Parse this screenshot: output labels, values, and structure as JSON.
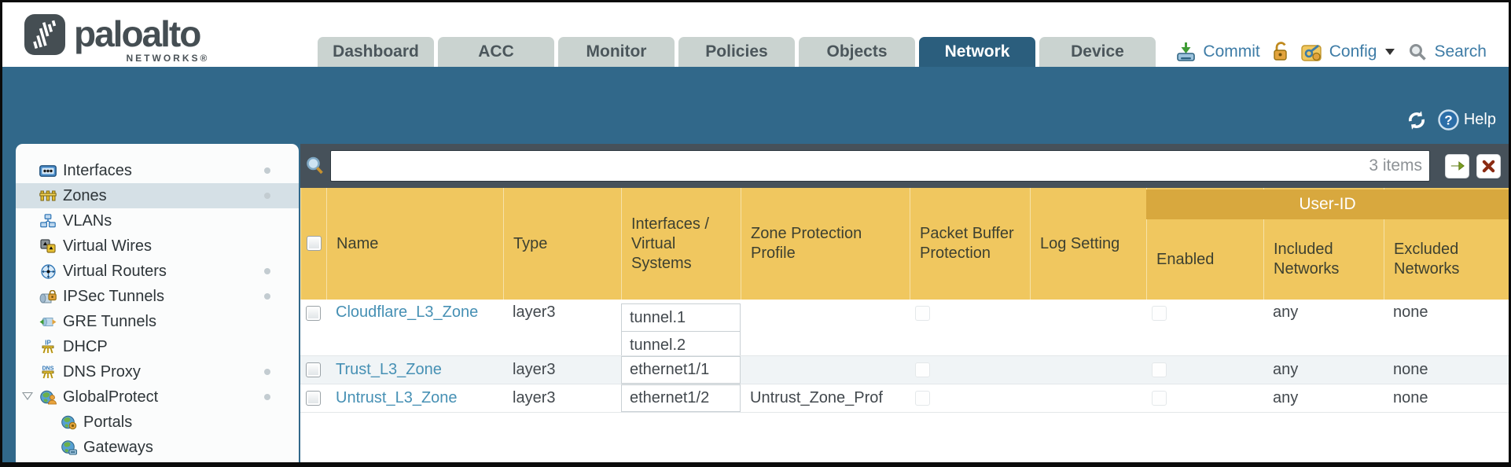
{
  "brand": {
    "logo_text": "paloalto",
    "logo_sub": "NETWORKS®"
  },
  "colors": {
    "teal": "#31688A",
    "active_tab": "#2b5e7d",
    "toolbar": "#46515a",
    "header_amber": "#f0c75f",
    "userid_amber": "#d8a83e",
    "link_blue": "#4690b4",
    "selected_row": "#d5e0e6"
  },
  "tabs": [
    {
      "label": "Dashboard",
      "active": false
    },
    {
      "label": "ACC",
      "active": false
    },
    {
      "label": "Monitor",
      "active": false
    },
    {
      "label": "Policies",
      "active": false
    },
    {
      "label": "Objects",
      "active": false
    },
    {
      "label": "Network",
      "active": true
    },
    {
      "label": "Device",
      "active": false
    }
  ],
  "utilities": {
    "commit_label": "Commit",
    "config_label": "Config",
    "search_label": "Search"
  },
  "band": {
    "help_label": "Help"
  },
  "sidebar": {
    "items": [
      {
        "label": "Interfaces"
      },
      {
        "label": "Zones"
      },
      {
        "label": "VLANs"
      },
      {
        "label": "Virtual Wires"
      },
      {
        "label": "Virtual Routers"
      },
      {
        "label": "IPSec Tunnels"
      },
      {
        "label": "GRE Tunnels"
      },
      {
        "label": "DHCP"
      },
      {
        "label": "DNS Proxy"
      },
      {
        "label": "GlobalProtect"
      },
      {
        "label": "Portals"
      },
      {
        "label": "Gateways"
      }
    ]
  },
  "toolbar": {
    "filter_value": "",
    "items_count": "3 items"
  },
  "table": {
    "userid_group_label": "User-ID",
    "columns": [
      {
        "label": "Name"
      },
      {
        "label": "Type"
      },
      {
        "label": "Interfaces / Virtual Systems"
      },
      {
        "label": "Zone Protection Profile"
      },
      {
        "label": "Packet Buffer Protection"
      },
      {
        "label": "Log Setting"
      },
      {
        "label": "Enabled"
      },
      {
        "label": "Included Networks"
      },
      {
        "label": "Excluded Networks"
      }
    ],
    "rows": [
      {
        "name": "Cloudflare_L3_Zone",
        "type": "layer3",
        "interfaces": [
          "tunnel.1",
          "tunnel.2"
        ],
        "zone_protection_profile": "",
        "log_setting": "",
        "included_networks": "any",
        "excluded_networks": "none"
      },
      {
        "name": "Trust_L3_Zone",
        "type": "layer3",
        "interfaces": [
          "ethernet1/1"
        ],
        "zone_protection_profile": "",
        "log_setting": "",
        "included_networks": "any",
        "excluded_networks": "none"
      },
      {
        "name": "Untrust_L3_Zone",
        "type": "layer3",
        "interfaces": [
          "ethernet1/2"
        ],
        "zone_protection_profile": "Untrust_Zone_Prof",
        "log_setting": "",
        "included_networks": "any",
        "excluded_networks": "none"
      }
    ]
  }
}
